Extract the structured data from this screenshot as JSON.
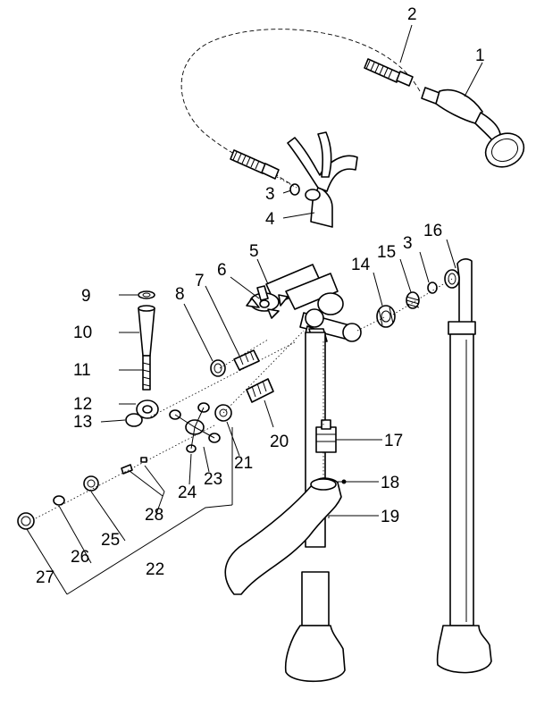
{
  "callouts": {
    "n1": "1",
    "n2": "2",
    "n3a": "3",
    "n3b": "3",
    "n4": "4",
    "n5": "5",
    "n6": "6",
    "n7": "7",
    "n8": "8",
    "n9": "9",
    "n10": "10",
    "n11": "11",
    "n12": "12",
    "n13": "13",
    "n14": "14",
    "n15": "15",
    "n16": "16",
    "n17": "17",
    "n18": "18",
    "n19": "19",
    "n20": "20",
    "n21": "21",
    "n22": "22",
    "n23": "23",
    "n24": "24",
    "n25": "25",
    "n26": "26",
    "n27": "27",
    "n28": "28"
  }
}
